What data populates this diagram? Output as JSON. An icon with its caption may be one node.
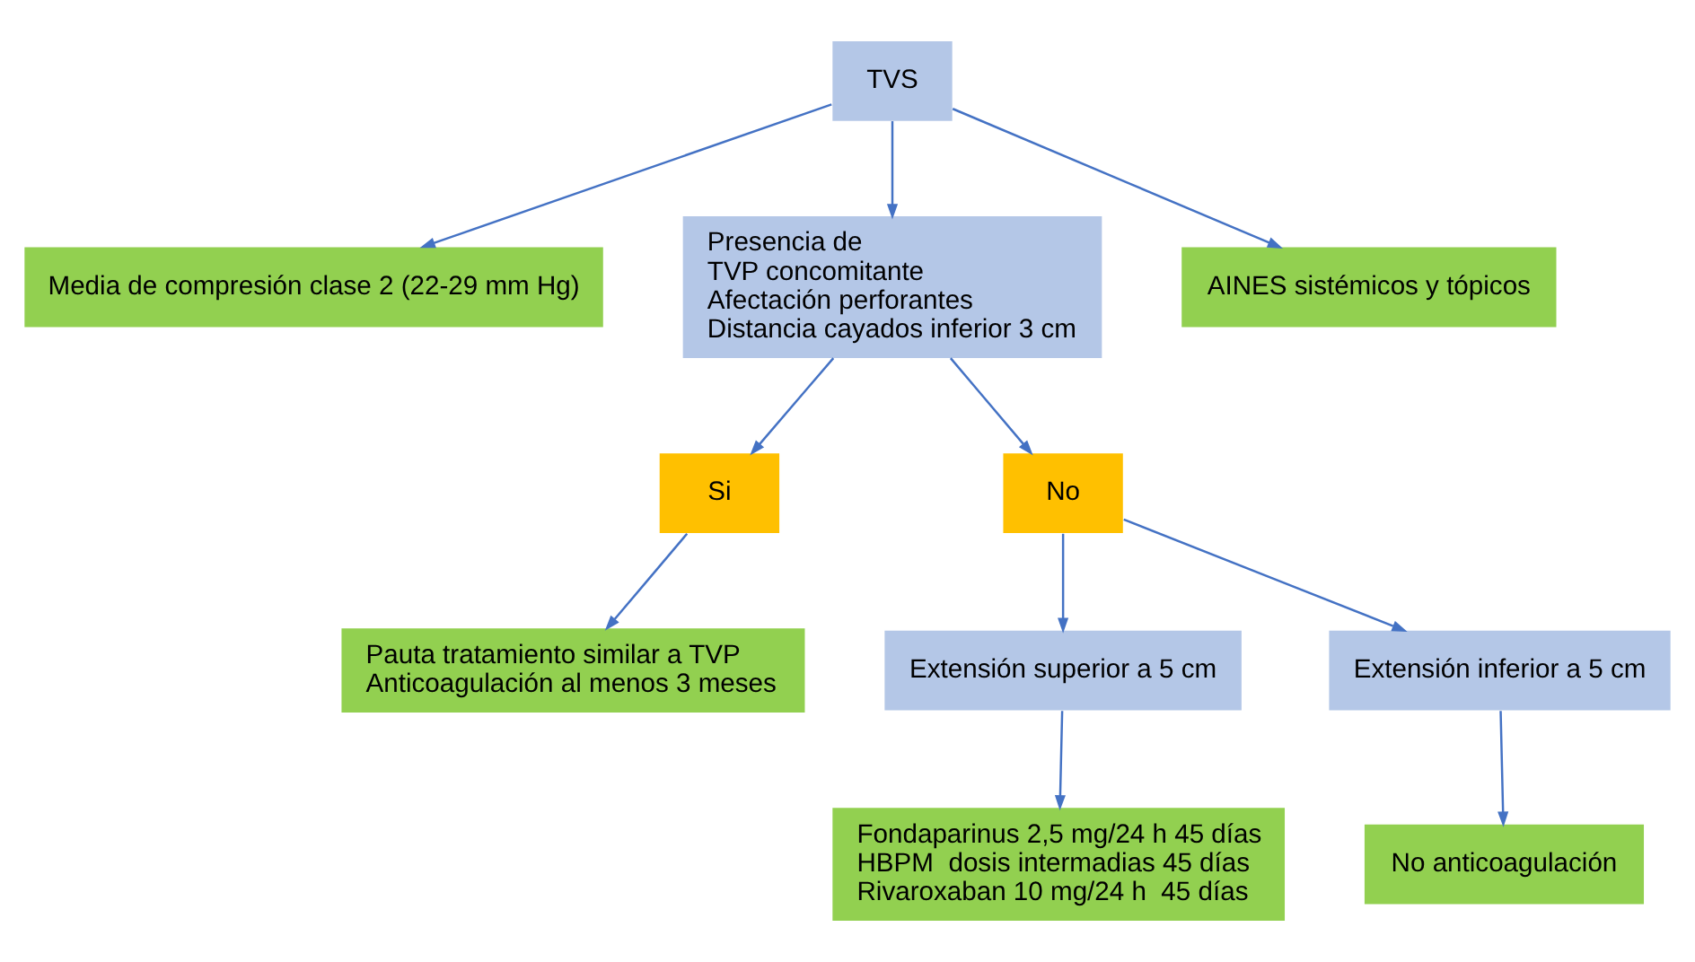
{
  "diagram": {
    "nodes": [
      {
        "text": [
          "TVS"
        ]
      },
      {
        "text": [
          "Media de compresión clase 2 (22-29 mm Hg)"
        ]
      },
      {
        "text": [
          "Presencia de",
          "TVP concomitante",
          "Afectación perforantes",
          "Distancia cayados inferior 3 cm"
        ]
      },
      {
        "text": [
          "AINES sistémicos y tópicos"
        ]
      },
      {
        "text": [
          "Si"
        ]
      },
      {
        "text": [
          "No"
        ]
      },
      {
        "text": [
          "Extensión superior a 5 cm"
        ]
      },
      {
        "text": [
          "Extensión inferior a 5 cm"
        ]
      },
      {
        "text": [
          "Pauta tratamiento similar a TVP",
          "Anticoagulación al menos 3 meses"
        ]
      },
      {
        "text": [
          "Fondaparinus 2,5 mg/24 h 45 días",
          "HBPM  dosis intermadias 45 días",
          "Rivaroxaban 10 mg/24 h  45 días"
        ]
      },
      {
        "text": [
          "No anticoagulación"
        ]
      }
    ],
    "edges": [
      {
        "from": 0,
        "to": 1,
        "arrow": "to"
      },
      {
        "from": 0,
        "to": 2,
        "arrow": "to"
      },
      {
        "from": 0,
        "to": 3,
        "arrow": "to"
      },
      {
        "from": 2,
        "to": 4,
        "arrow": "to"
      },
      {
        "from": 2,
        "to": 5,
        "arrow": "to"
      },
      {
        "from": 4,
        "to": 8,
        "arrow": "to"
      },
      {
        "from": 5,
        "to": 6,
        "arrow": "to"
      },
      {
        "from": 5,
        "to": 7,
        "arrow": "to"
      },
      {
        "from": 6,
        "to": 9,
        "arrow": "to"
      },
      {
        "from": 7,
        "to": 10,
        "arrow": "to"
      }
    ]
  }
}
